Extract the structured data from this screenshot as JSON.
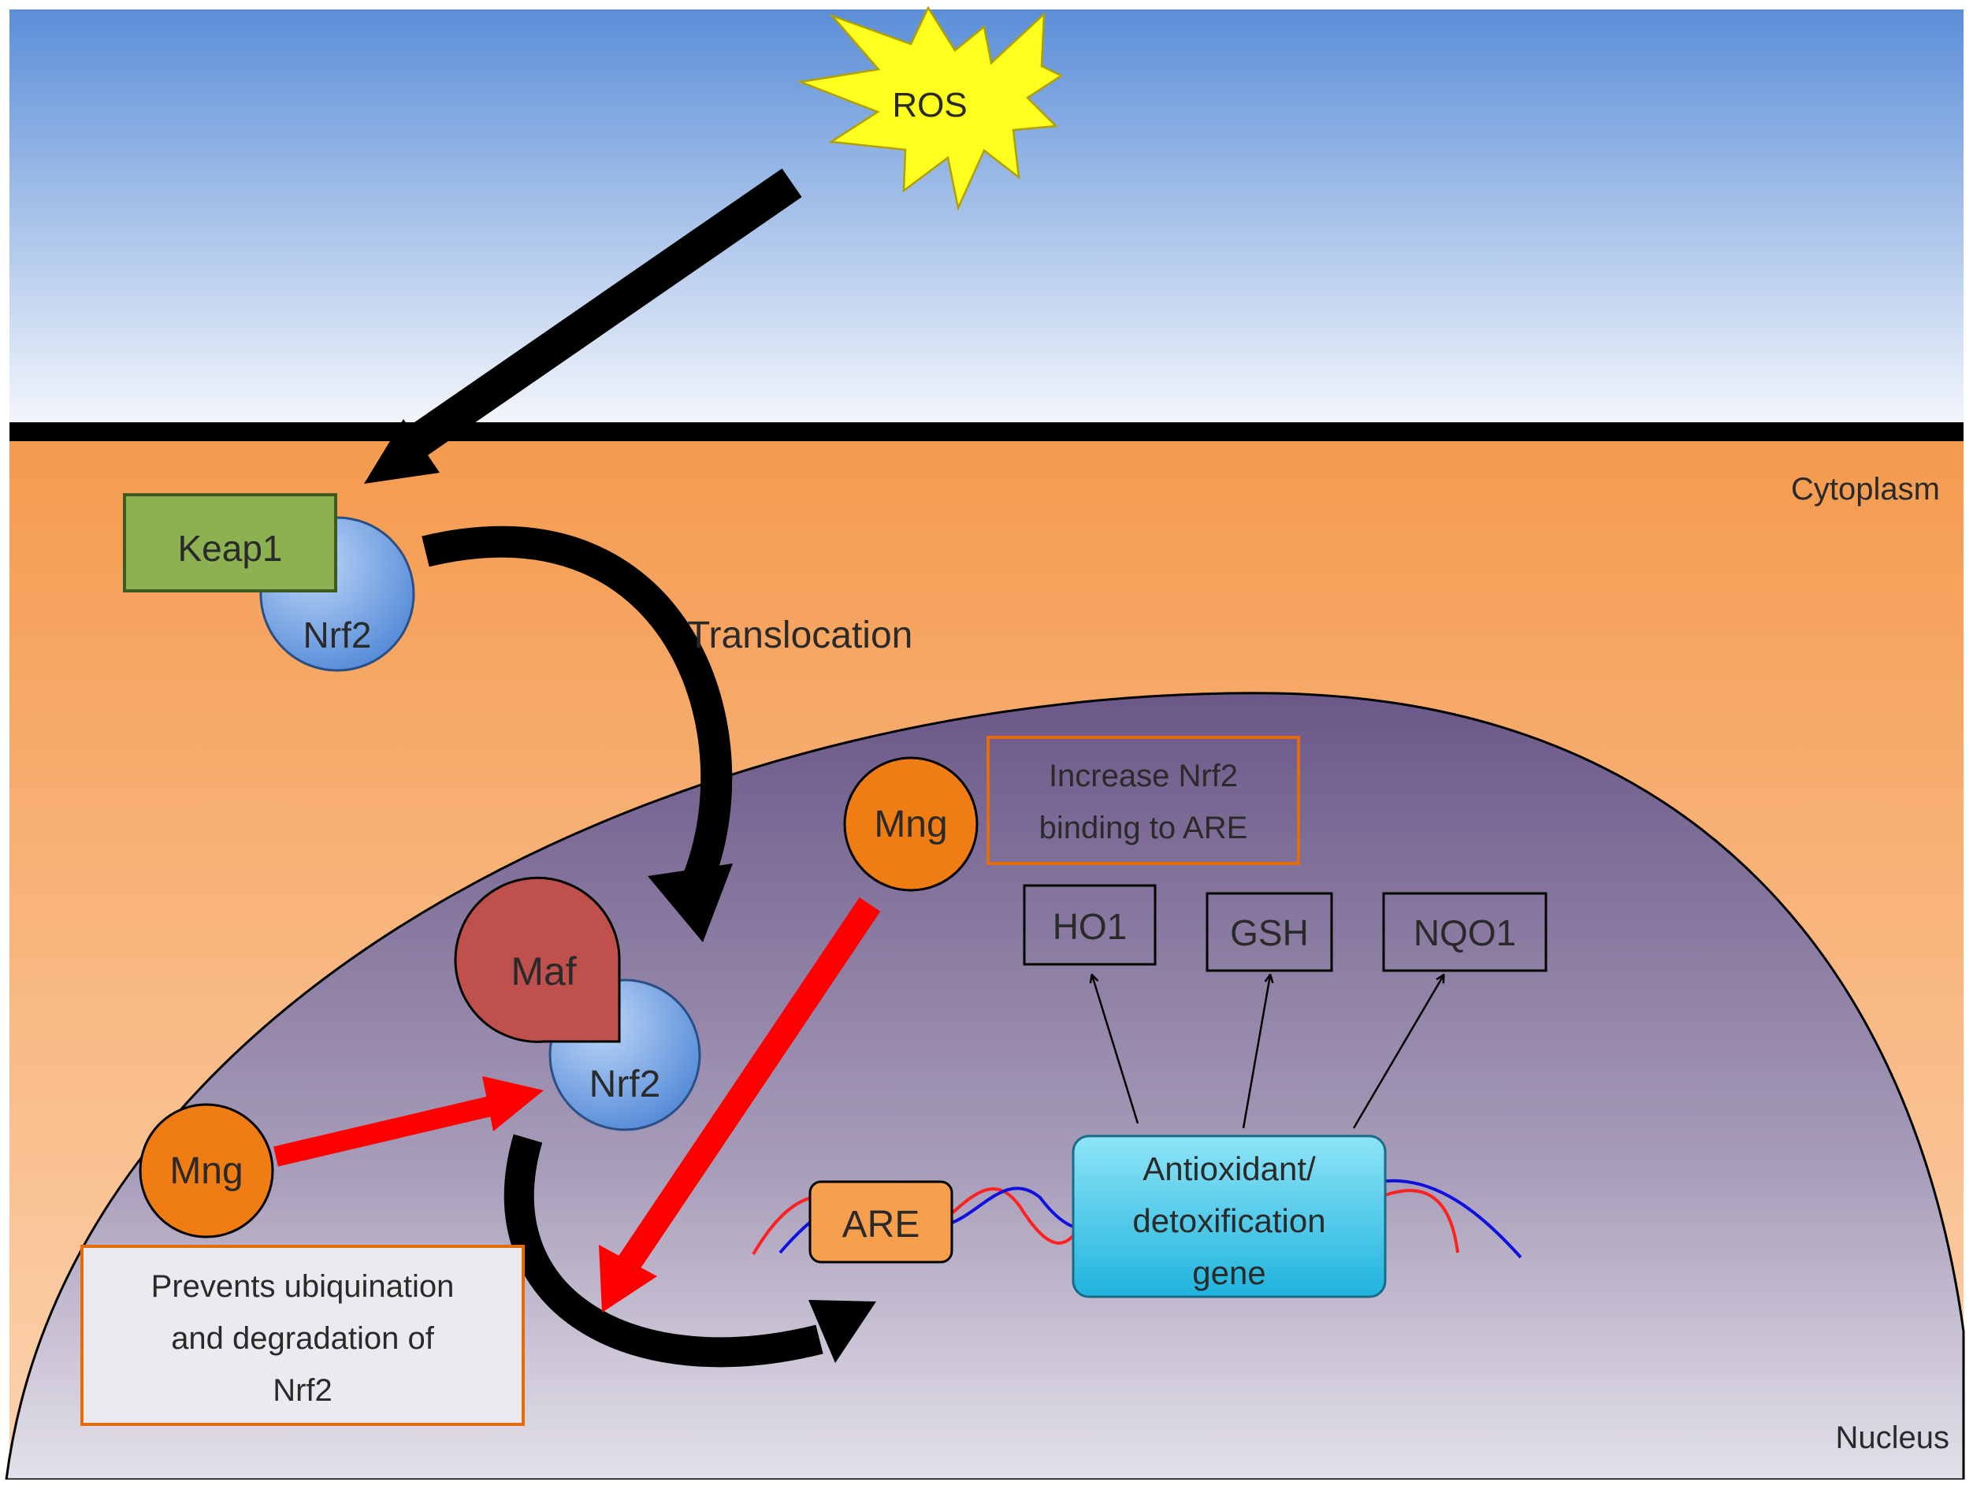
{
  "regions": {
    "cytoplasm_label": "Cytoplasm",
    "nucleus_label": "Nucleus"
  },
  "stimulus": {
    "label": "ROS"
  },
  "complex_cytoplasm": {
    "keap1_label": "Keap1",
    "nrf2_label": "Nrf2"
  },
  "translocation_label": "Translocation",
  "complex_nucleus": {
    "maf_label": "Maf",
    "nrf2_label": "Nrf2"
  },
  "mng_left": {
    "label": "Mng",
    "note": [
      "Prevents ubiquination",
      "and degradation of",
      "Nrf2"
    ]
  },
  "mng_right": {
    "label": "Mng",
    "note": [
      "Increase Nrf2",
      "binding to ARE"
    ]
  },
  "are_label": "ARE",
  "gene_box": [
    "Antioxidant/",
    "detoxification",
    "gene"
  ],
  "targets": [
    "HO1",
    "GSH",
    "NQO1"
  ],
  "colors": {
    "sky_top": "#5b8ed8",
    "sky_bottom": "#f6f8fc",
    "cytoplasm_top": "#f49a4e",
    "cytoplasm_bottom": "#fcd3b0",
    "nucleus_top": "#6b5788",
    "nucleus_bottom": "#e4e1ea",
    "keap1": "#8db050",
    "nrf2": "#6f9fe0",
    "maf": "#c0504d",
    "mng": "#f07c14",
    "are": "#f6a04e",
    "gene_box": "#38c2e6",
    "inhibit_arrow": "#ff0000",
    "ros_star": "#ffff1f",
    "note_border": "#e46c0a"
  }
}
